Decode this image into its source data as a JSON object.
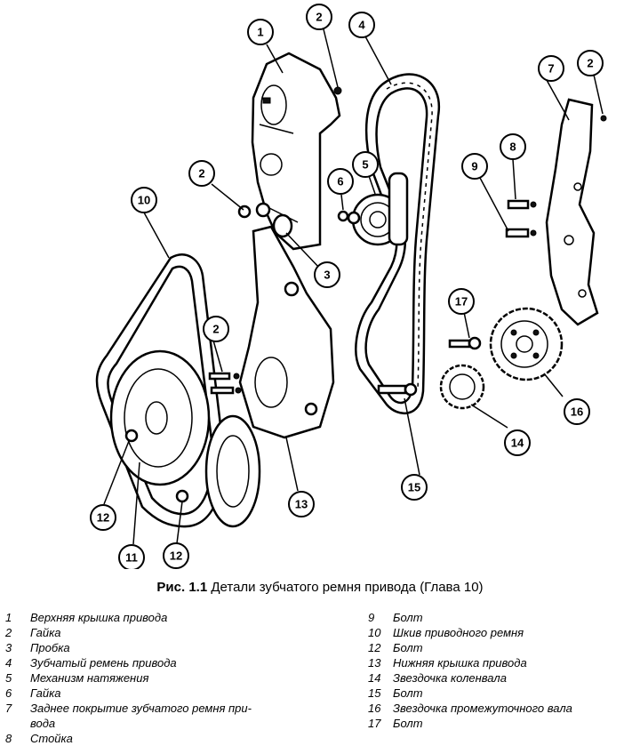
{
  "figure": {
    "caption_lead": "Рис. 1.1",
    "caption_text": "Детали зубчатого ремня привода (Глава 10)"
  },
  "callouts": [
    "1",
    "2",
    "2",
    "2",
    "2",
    "3",
    "4",
    "5",
    "6",
    "7",
    "8",
    "9",
    "10",
    "11",
    "12",
    "12",
    "13",
    "14",
    "15",
    "16",
    "17"
  ],
  "legend_left": [
    {
      "num": "1",
      "text": "Верхняя крышка привода"
    },
    {
      "num": "2",
      "text": "Гайка"
    },
    {
      "num": "3",
      "text": "Пробка"
    },
    {
      "num": "4",
      "text": "Зубчатый ремень привода"
    },
    {
      "num": "5",
      "text": "Механизм натяжения"
    },
    {
      "num": "6",
      "text": "Гайка"
    },
    {
      "num": "7",
      "text": "Заднее покрытие зубчатого ремня при-"
    },
    {
      "num": "",
      "text": "вода"
    },
    {
      "num": "8",
      "text": "Стойка"
    }
  ],
  "legend_right": [
    {
      "num": "9",
      "text": "Болт"
    },
    {
      "num": "10",
      "text": "Шкив приводного ремня"
    },
    {
      "num": "12",
      "text": "Болт"
    },
    {
      "num": "13",
      "text": "Нижняя крышка привода"
    },
    {
      "num": "14",
      "text": "Звездочка коленвала"
    },
    {
      "num": "15",
      "text": "Болт"
    },
    {
      "num": "16",
      "text": "Звездочка промежуточного вала"
    },
    {
      "num": "17",
      "text": "Болт"
    }
  ]
}
